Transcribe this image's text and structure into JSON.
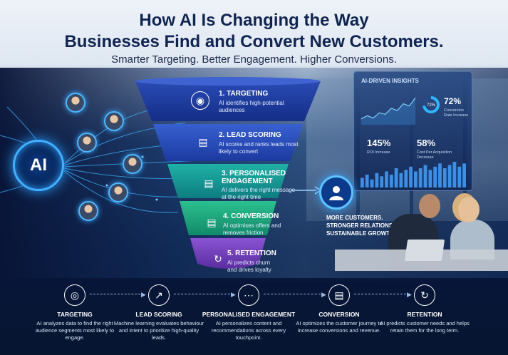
{
  "header": {
    "title_line1": "How AI Is Changing the Way",
    "title_line2": "Businesses Find and Convert New Customers.",
    "subtitle": "Smarter Targeting. Better Engagement. Higher Conversions."
  },
  "hub": {
    "label": "AI"
  },
  "funnel": [
    {
      "number_title": "1. TARGETING",
      "desc": "AI identifies high-potential audiences",
      "color": "#1d3a9a",
      "icon": "target-people-icon"
    },
    {
      "number_title": "2. LEAD SCORING",
      "desc": "AI scores and ranks leads most likely to convert",
      "color": "#2646b8",
      "icon": "bar-chart-icon"
    },
    {
      "number_title": "3. PERSONALISED ENGAGEMENT",
      "desc": "AI delivers the right message at the right time",
      "color": "#138d8a",
      "icon": "chat-icon"
    },
    {
      "number_title": "4. CONVERSION",
      "desc": "AI optimises offers and removes friction",
      "color": "#1d9c7a",
      "icon": "cart-icon"
    },
    {
      "number_title": "5. RETENTION",
      "desc": "AI predicts churn and drives loyalty",
      "color": "#6a3bb0",
      "icon": "refresh-icon"
    }
  ],
  "insights": {
    "title": "AI-DRIVEN INSIGHTS",
    "donut_label": "72%",
    "conversion_value": "72%",
    "conversion_label": "Conversion Rate Increase",
    "roi_value": "145%",
    "roi_label": "ROI Increase",
    "cpa_value": "58%",
    "cpa_label": "Cost Per Acquisition Decrease",
    "line_values": [
      30,
      34,
      31,
      38,
      36,
      44,
      41,
      50,
      47,
      58
    ],
    "bar_values": [
      6,
      8,
      5,
      9,
      7,
      10,
      8,
      12,
      9,
      11,
      13,
      10,
      12,
      14,
      11,
      13,
      15,
      12,
      14,
      16,
      13,
      15
    ],
    "donut_fraction": 0.72
  },
  "outcome": {
    "line1": "MORE CUSTOMERS.",
    "line2": "STRONGER RELATIONSHIPS.",
    "line3": "SUSTAINABLE GROWTH."
  },
  "steps": [
    {
      "title": "TARGETING",
      "desc": "AI analyzes data to find the right audience segments most likely to engage.",
      "icon": "target-icon"
    },
    {
      "title": "LEAD SCORING",
      "desc": "Machine learning evaluates behaviour and intent to prioritize high-quality leads.",
      "icon": "growth-chart-icon"
    },
    {
      "title": "PERSONALISED ENGAGEMENT",
      "desc": "AI personalizes content and recommendations across every touchpoint.",
      "icon": "speech-bubble-icon"
    },
    {
      "title": "CONVERSION",
      "desc": "AI optimizes the customer journey to increase conversions and revenue.",
      "icon": "shopping-cart-icon"
    },
    {
      "title": "RETENTION",
      "desc": "AI predicts customer needs and helps retain them for the long term.",
      "icon": "cycle-icon"
    }
  ]
}
